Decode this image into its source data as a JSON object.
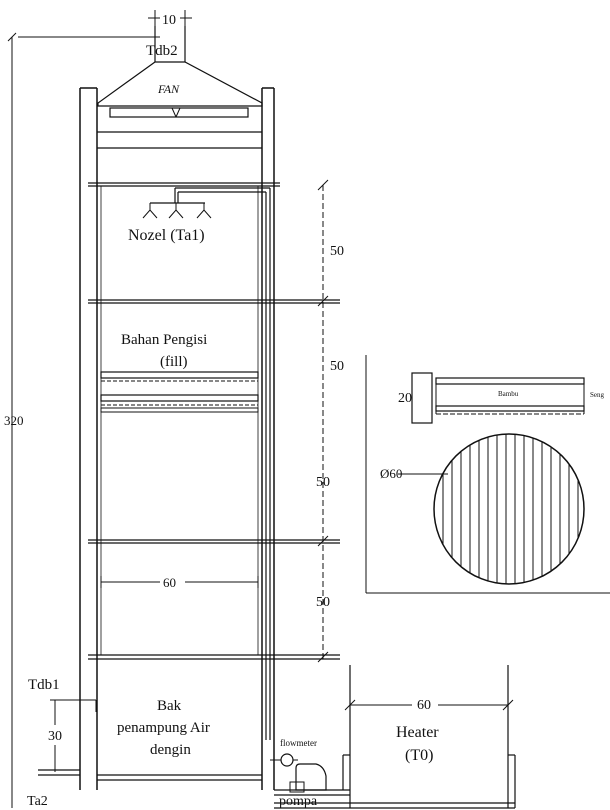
{
  "labels": {
    "top_width": "10",
    "tdb2": "Tdb2",
    "fan": "FAN",
    "nozel": "Nozel (Ta1)",
    "dim_50_1": "50",
    "bahan_line1": "Bahan Pengisi",
    "bahan_line2": "(fill)",
    "dim_50_2": "50",
    "dim_50_3": "50",
    "dim_50_4": "50",
    "total_height": "320",
    "width_60_tower": "60",
    "tdb1": "Tdb1",
    "bak_line1": "Bak",
    "bak_line2": "penampung Air",
    "bak_line3": "dengin",
    "height_30": "30",
    "ta2": "Ta2",
    "flowmeter": "flowmeter",
    "pompa": "pompa",
    "width_60_heater": "60",
    "heater_line1": "Heater",
    "heater_line2": "(T0)",
    "detail_height": "20",
    "bambu": "Bambu",
    "seng": "Seng",
    "diameter": "Ø60"
  },
  "colors": {
    "line": "#111111",
    "background": "#ffffff"
  }
}
